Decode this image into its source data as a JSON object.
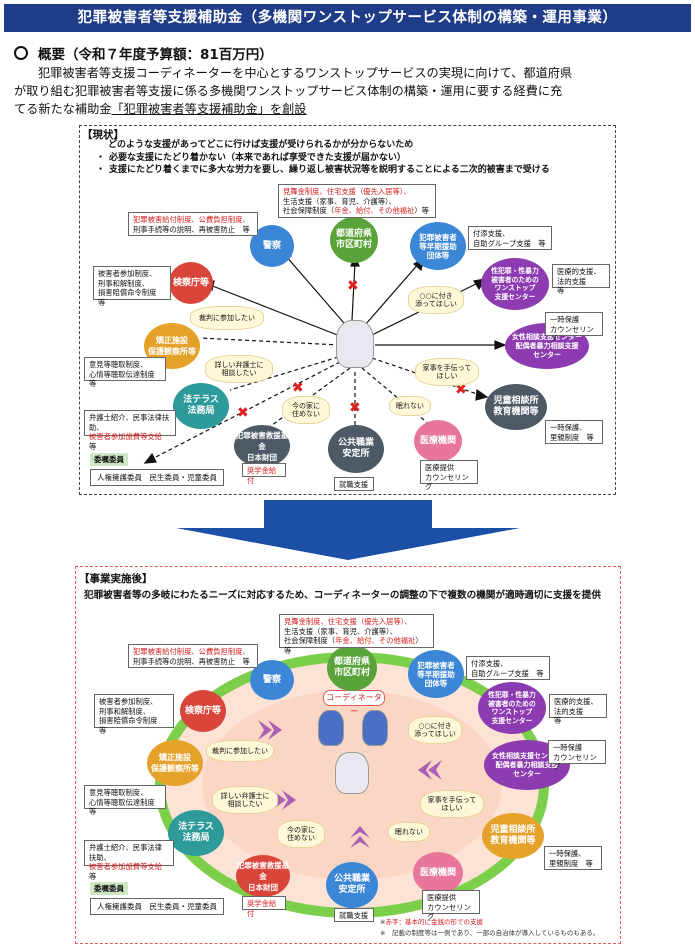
{
  "title": "犯罪被害者等支援補助金（多機関ワンストップサービス体制の構築・運用事業）",
  "overview": {
    "heading": "概要（令和７年度予算額：81百万円）",
    "body_line1": "犯罪被害者等支援コーディネーターを中心とするワンストップサービスの実現に向けて、都道府県",
    "body_line2": "が取り組む犯罪被害者等支援に係る多機関ワンストップサービス体制の構築・運用に要する経費に充",
    "body_line3_pre": "てる新たな補助金",
    "body_line3_ul": "「犯罪被害者等支援補助金」を創設"
  },
  "current": {
    "label": "【現状】",
    "problem": "どのような支援があってどこに行けば支援が受けられるかが分からないため",
    "bullets": [
      "必要な支援にたどり着かない（本来であれば享受できた支援が届かない）",
      "支援にたどり着くまでに多大な労力を要し、繰り返し被害状況等を説明することによる二次的被害まで受ける"
    ]
  },
  "after": {
    "label": "【事業実施後】",
    "heading": "犯罪被害者等の多岐にわたるニーズに対応するため、コーディネーターの調整の下で複数の機関が適時適切に支援を提供",
    "coordinator": "コーディネーター",
    "notes": {
      "n1_prefix": "※",
      "n1_red": "赤字：基本的に金銭の形での支援",
      "n2": "※　記載の制度等は一例であり、一部の自治体が導入しているものもある。"
    }
  },
  "agencies": {
    "keisatsu": "警察",
    "kensatsu": "検察庁等",
    "todofuken": "都道府県\n市区町村",
    "minkan": "犯罪被害者\n等早期援助\n団体等",
    "seihanzai": "性犯罪・性暴力\n被害者のための\nワンストップ\n支援センター",
    "josei": "女性相談支援センター\n配偶者暴力相談支援\nセンター",
    "jido": "児童相談所\n教育機関等",
    "iryo": "医療機関",
    "shokugyo": "公共職業\n安定所",
    "nihon": "犯罪被害救援基金\n日本財団",
    "houterasu": "法テラス\n法務局",
    "kousei": "矯正施設\n保護観察所等"
  },
  "service_boxes": {
    "todofuken_1": "見舞金制度、住宅支援（優先入居等）、",
    "todofuken_2": "生活支援（家事、育児、介護等）、",
    "todofuken_3_pre": "社会保障制度（",
    "todofuken_3_red": "年金、給付、その他福祉",
    "todofuken_3_post": "）等",
    "keisatsu_red": "犯罪被害給付制度、公費負担制度、",
    "keisatsu_2": "刑事手続等の説明、再被害防止　等",
    "kensatsu": "被害者参加制度、\n刑事和解制度、\n損害賠償命令制度　等",
    "minkan": "付添支援、\n自助グループ支援　等",
    "seihanzai": "医療的支援、\n法的支援　　等",
    "josei": "一時保護\nカウンセリング",
    "jido": "一時保護、\n里親制度　等",
    "iryo": "医療提供\nカウンセリング",
    "shokugyo": "就職支援",
    "nihon_red": "奨学金給付",
    "houterasu_1": "弁護士紹介、民事法律扶助、",
    "houterasu_red": "被害者参加旅費等支給",
    "houterasu_post": "　等",
    "kousei": "意見等聴取制度、\n心情等聴取伝達制度　等"
  },
  "clouds": {
    "c1": "裁判に参加したい",
    "c2": "詳しい弁護士に\n相談したい",
    "c3": "今の家に\n住めない",
    "c4": "眠れない",
    "c5": "家事を手伝って\nほしい",
    "c6": "○○に付き\n添ってほしい"
  },
  "commission": {
    "tag": "委嘱委員",
    "row": "人権擁護委員　民生委員・児童委員"
  },
  "colors": {
    "title_bg": "#1f3c88",
    "node_blue": "#3b86d6",
    "node_green": "#5aa33a",
    "node_purple": "#8d3bb0",
    "node_red": "#d9453a",
    "node_pink": "#e8769a",
    "node_teal": "#2e9a9a",
    "node_gray": "#4d5a66",
    "node_orange": "#e5a22a",
    "arrow_blue": "#1c4fa6",
    "oval_green": "#7ccf4a",
    "oval_fill": "#fde3d6"
  }
}
